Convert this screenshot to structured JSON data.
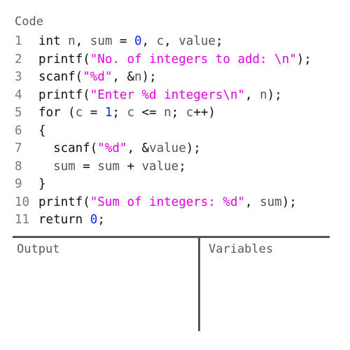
{
  "code_panel": {
    "title": "Code",
    "lines": [
      {
        "num": "1",
        "tokens": [
          {
            "t": "int ",
            "c": "k"
          },
          {
            "t": "n",
            "c": "v"
          },
          {
            "t": ", ",
            "c": "k"
          },
          {
            "t": "sum",
            "c": "v"
          },
          {
            "t": " = ",
            "c": "k"
          },
          {
            "t": "0",
            "c": "n"
          },
          {
            "t": ", ",
            "c": "k"
          },
          {
            "t": "c",
            "c": "v"
          },
          {
            "t": ", ",
            "c": "k"
          },
          {
            "t": "value",
            "c": "v"
          },
          {
            "t": ";",
            "c": "k"
          }
        ]
      },
      {
        "num": "2",
        "tokens": [
          {
            "t": "printf(",
            "c": "k"
          },
          {
            "t": "\"No. of integers to add: \\n\"",
            "c": "s"
          },
          {
            "t": ");",
            "c": "k"
          }
        ]
      },
      {
        "num": "3",
        "tokens": [
          {
            "t": "scanf(",
            "c": "k"
          },
          {
            "t": "\"%d\"",
            "c": "s"
          },
          {
            "t": ", &",
            "c": "k"
          },
          {
            "t": "n",
            "c": "v"
          },
          {
            "t": ");",
            "c": "k"
          }
        ]
      },
      {
        "num": "4",
        "tokens": [
          {
            "t": "printf(",
            "c": "k"
          },
          {
            "t": "\"Enter %d integers\\n\"",
            "c": "s"
          },
          {
            "t": ", ",
            "c": "k"
          },
          {
            "t": "n",
            "c": "v"
          },
          {
            "t": ");",
            "c": "k"
          }
        ]
      },
      {
        "num": "5",
        "tokens": [
          {
            "t": "for (",
            "c": "k"
          },
          {
            "t": "c",
            "c": "v"
          },
          {
            "t": " = ",
            "c": "k"
          },
          {
            "t": "1",
            "c": "n"
          },
          {
            "t": "; ",
            "c": "k"
          },
          {
            "t": "c",
            "c": "v"
          },
          {
            "t": " <= ",
            "c": "k"
          },
          {
            "t": "n",
            "c": "v"
          },
          {
            "t": "; ",
            "c": "k"
          },
          {
            "t": "c",
            "c": "v"
          },
          {
            "t": "++)",
            "c": "k"
          }
        ]
      },
      {
        "num": "6",
        "tokens": [
          {
            "t": "{",
            "c": "k"
          }
        ]
      },
      {
        "num": "7",
        "tokens": [
          {
            "t": "  scanf(",
            "c": "k"
          },
          {
            "t": "\"%d\"",
            "c": "s"
          },
          {
            "t": ", &",
            "c": "k"
          },
          {
            "t": "value",
            "c": "v"
          },
          {
            "t": ");",
            "c": "k"
          }
        ]
      },
      {
        "num": "8",
        "tokens": [
          {
            "t": "  ",
            "c": "k"
          },
          {
            "t": "sum",
            "c": "v"
          },
          {
            "t": " = ",
            "c": "k"
          },
          {
            "t": "sum",
            "c": "v"
          },
          {
            "t": " + ",
            "c": "k"
          },
          {
            "t": "value",
            "c": "v"
          },
          {
            "t": ";",
            "c": "k"
          }
        ]
      },
      {
        "num": "9",
        "tokens": [
          {
            "t": "}",
            "c": "k"
          }
        ]
      },
      {
        "num": "10",
        "tokens": [
          {
            "t": "printf(",
            "c": "k"
          },
          {
            "t": "\"Sum of integers: %d\"",
            "c": "s"
          },
          {
            "t": ", ",
            "c": "k"
          },
          {
            "t": "sum",
            "c": "v"
          },
          {
            "t": ");",
            "c": "k"
          }
        ]
      },
      {
        "num": "11",
        "tokens": [
          {
            "t": "return ",
            "c": "k"
          },
          {
            "t": "0",
            "c": "n"
          },
          {
            "t": ";",
            "c": "k"
          }
        ]
      }
    ]
  },
  "output_panel": {
    "title": "Output"
  },
  "variables_panel": {
    "title": "Variables"
  },
  "colors": {
    "text": "#111111",
    "variable": "#555555",
    "string": "#e000e0",
    "number": "#0a2bff",
    "line_number": "#7a7a7a",
    "divider": "#555555"
  }
}
